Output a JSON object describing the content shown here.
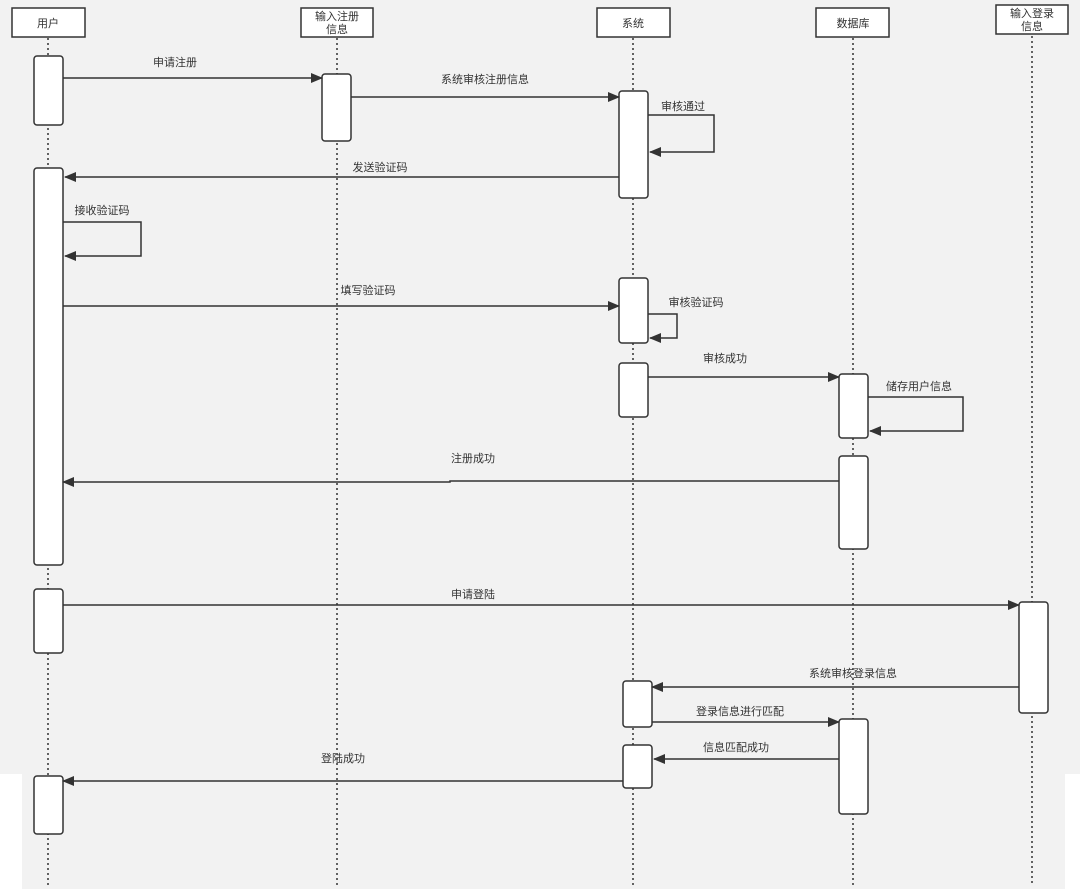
{
  "diagram": {
    "type": "sequence",
    "participants": [
      {
        "id": "user",
        "label": "用户"
      },
      {
        "id": "reg",
        "label": "输入注册\n信息"
      },
      {
        "id": "sys",
        "label": "系统"
      },
      {
        "id": "db",
        "label": "数据库"
      },
      {
        "id": "login",
        "label": "输入登录\n信息"
      }
    ],
    "messages": [
      {
        "label": "申请注册"
      },
      {
        "label": "系统审核注册信息"
      },
      {
        "label": "审核通过"
      },
      {
        "label": "发送验证码"
      },
      {
        "label": "接收验证码"
      },
      {
        "label": "填写验证码"
      },
      {
        "label": "审核验证码"
      },
      {
        "label": "审核成功"
      },
      {
        "label": "储存用户信息"
      },
      {
        "label": "注册成功"
      },
      {
        "label": "申请登陆"
      },
      {
        "label": "系统审核登录信息"
      },
      {
        "label": "登录信息进行匹配"
      },
      {
        "label": "信息匹配成功"
      },
      {
        "label": "登陆成功"
      }
    ]
  }
}
